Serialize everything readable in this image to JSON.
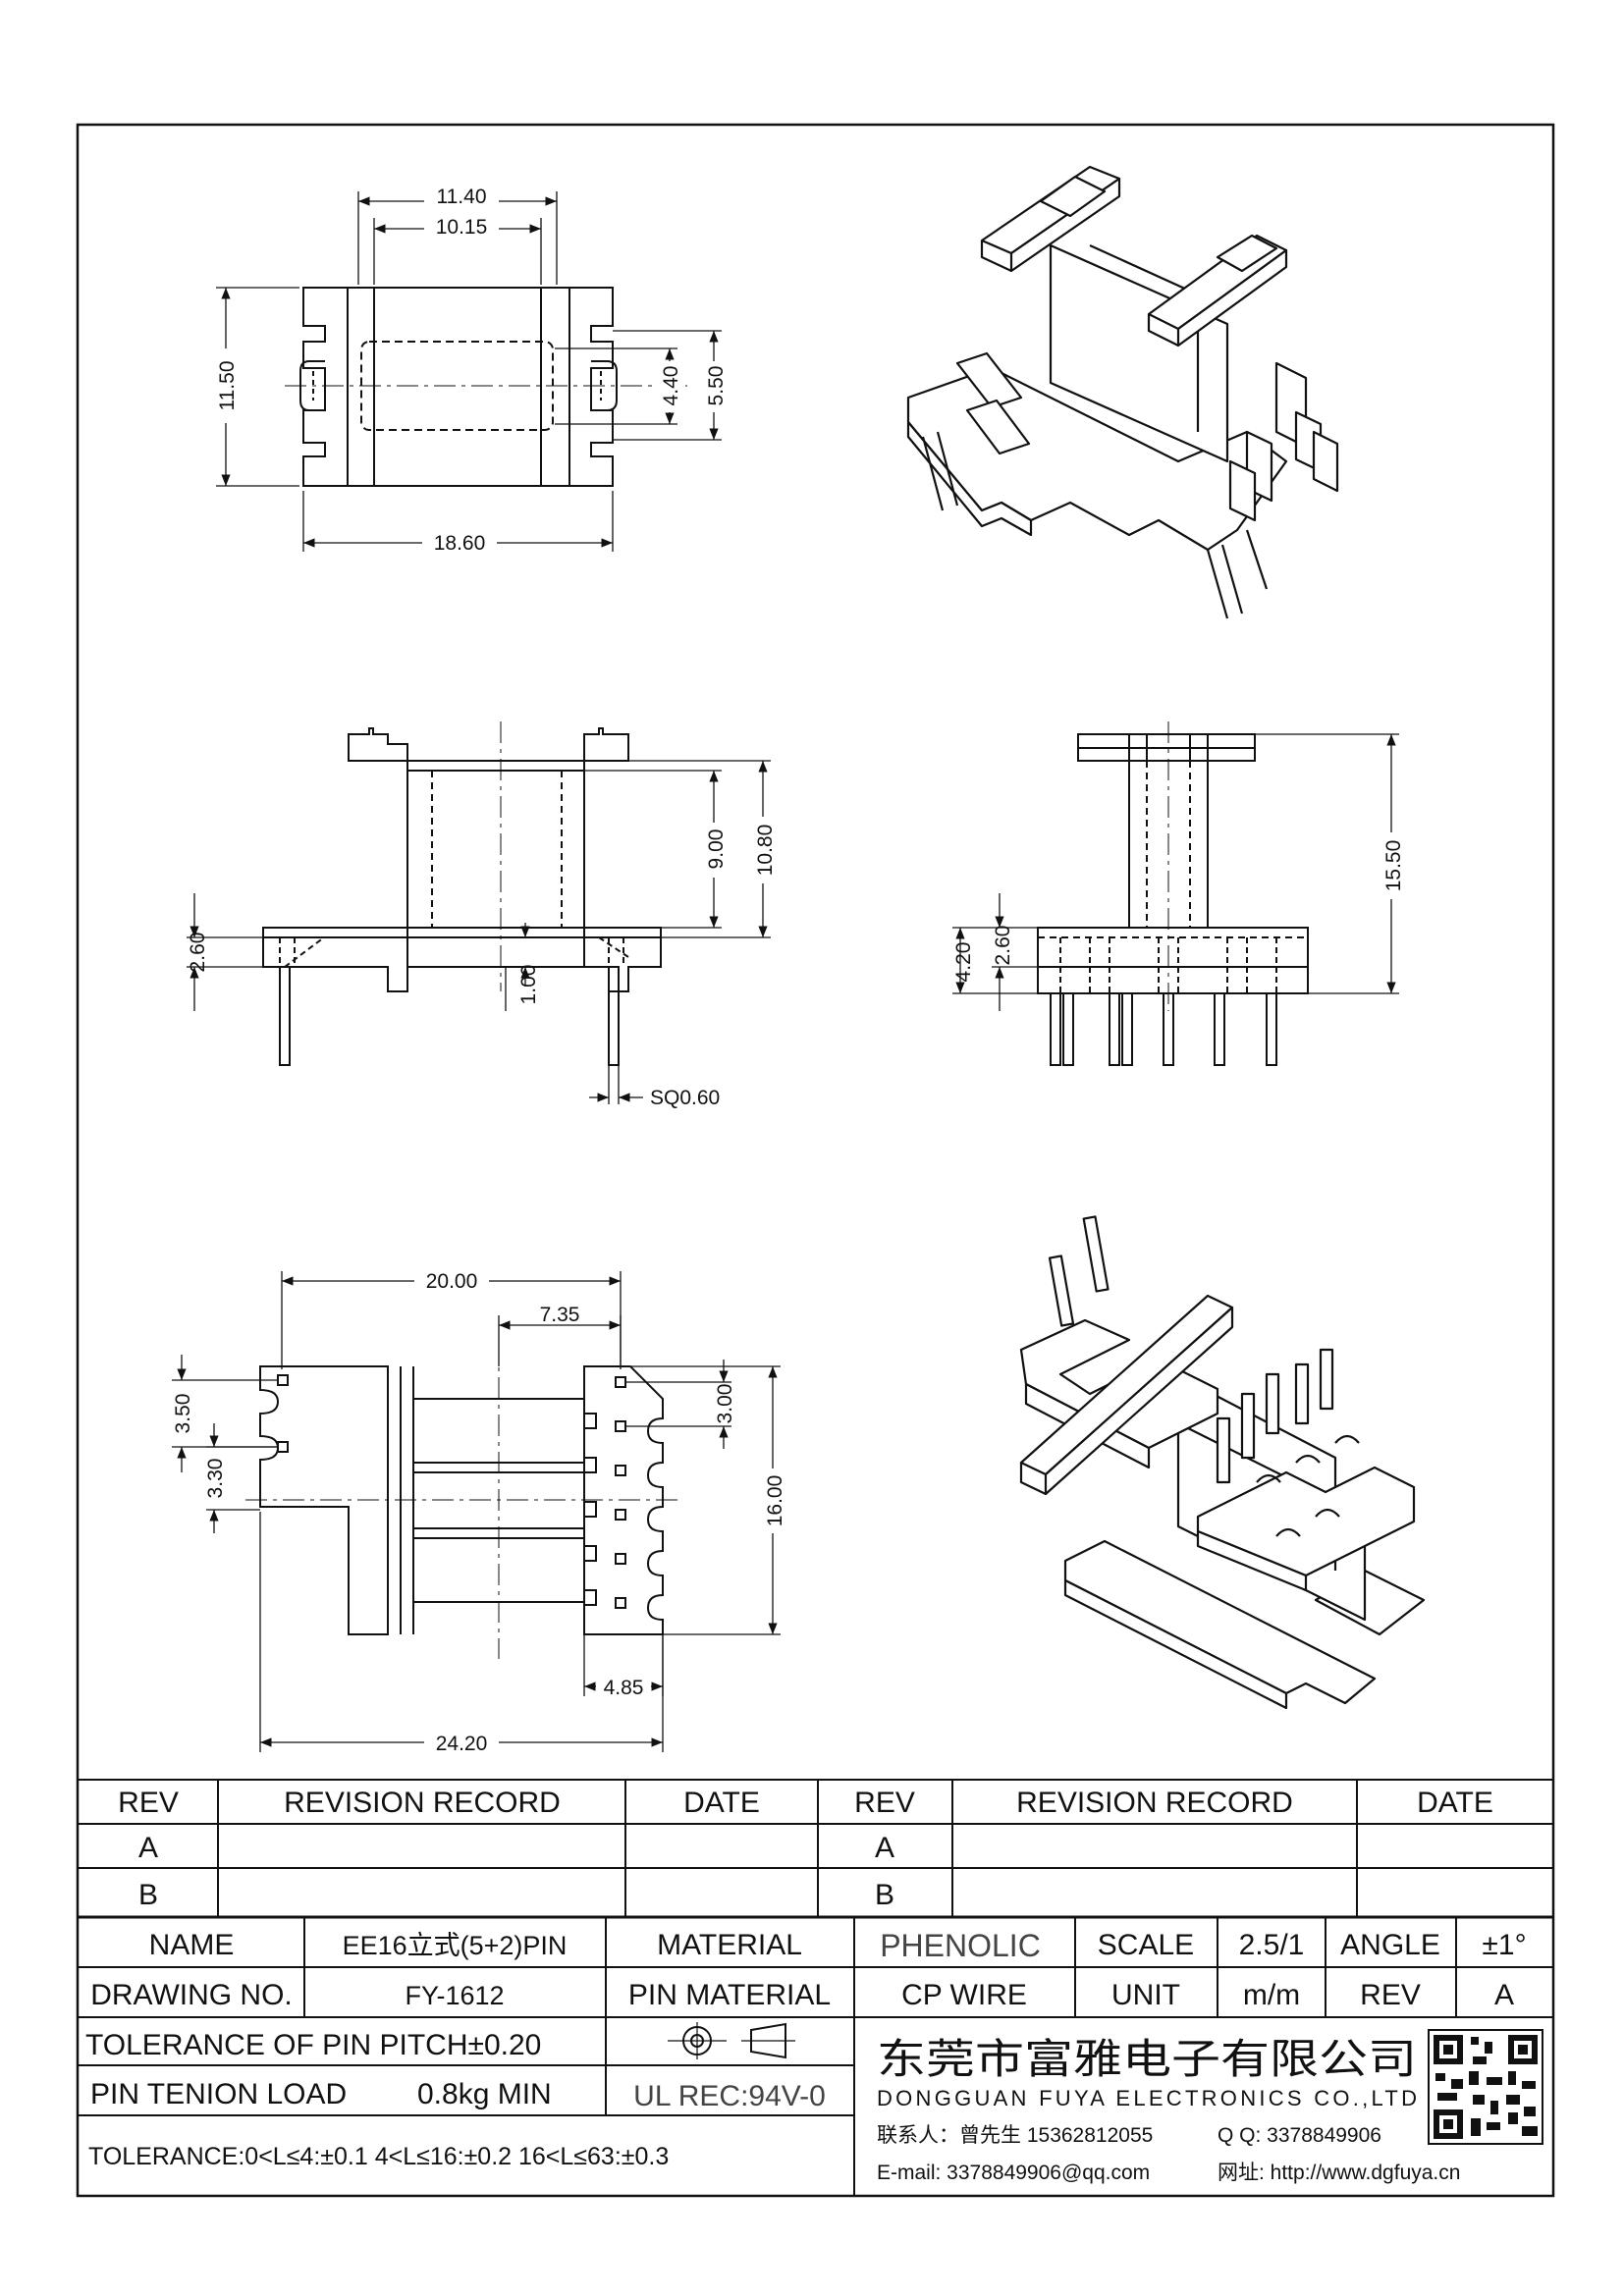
{
  "dimensions": {
    "top_view": {
      "overall_top": "11.40",
      "inner_top": "10.15",
      "height_left": "11.50",
      "width_bottom": "18.60",
      "right_inner": "4.40",
      "right_outer": "5.50"
    },
    "front_view": {
      "h_900": "9.00",
      "h_1080": "10.80",
      "h_260": "2.60",
      "h_100": "1.00",
      "pin_sq": "SQ0.60"
    },
    "side_view": {
      "h_1550": "15.50",
      "h_420": "4.20",
      "h_260": "2.60"
    },
    "bottom_view": {
      "w_2000": "20.00",
      "w_735": "7.35",
      "h_350": "3.50",
      "h_330": "3.30",
      "h_300": "3.00",
      "h_1600": "16.00",
      "w_485": "4.85",
      "w_2420": "24.20"
    }
  },
  "revision_table": {
    "headers": [
      "REV",
      "REVISION RECORD",
      "DATE",
      "REV",
      "REVISION RECORD",
      "DATE"
    ],
    "rows": [
      [
        "A",
        "",
        "",
        "A",
        "",
        ""
      ],
      [
        "B",
        "",
        "",
        "B",
        "",
        ""
      ]
    ]
  },
  "title_block": {
    "name_label": "NAME",
    "name_value": "EE16立式(5+2)PIN",
    "material_label": "MATERIAL",
    "material_value": "PHENOLIC",
    "scale_label": "SCALE",
    "scale_value": "2.5/1",
    "angle_label": "ANGLE",
    "angle_value": "±1°",
    "drawing_no_label": "DRAWING NO.",
    "drawing_no_value": "FY-1612",
    "pin_material_label": "PIN MATERIAL",
    "pin_material_value": "CP WIRE",
    "unit_label": "UNIT",
    "unit_value": "m/m",
    "rev_label": "REV",
    "rev_value": "A",
    "tolerance_pitch": "TOLERANCE OF PIN PITCH±0.20",
    "pin_tenion_label": "PIN TENION LOAD",
    "pin_tenion_value": "0.8kg MIN",
    "ul_rec": "UL REC:94V-0",
    "tolerance": "TOLERANCE:0<L≤4:±0.1  4<L≤16:±0.2  16<L≤63:±0.3"
  },
  "company": {
    "name_cn": "东莞市富雅电子有限公司",
    "name_en": "DONGGUAN FUYA ELECTRONICS CO.,LTD",
    "contact": "联系人：曾先生 15362812055",
    "qq": "Q Q:  3378849906",
    "email": "E-mail: 3378849906@qq.com",
    "web": "网址: http://www.dgfuya.cn"
  }
}
